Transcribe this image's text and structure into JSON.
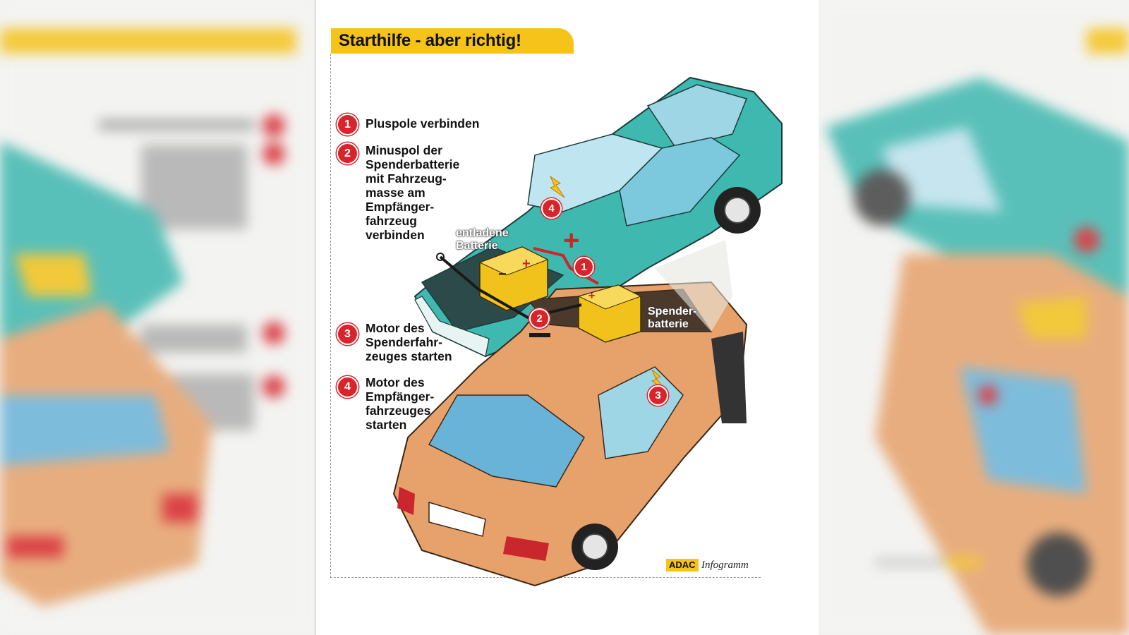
{
  "title": "Starthilfe - aber richtig!",
  "steps": [
    {
      "num": "1",
      "text": "Pluspole verbinden"
    },
    {
      "num": "2",
      "text": "Minuspol der\nSpenderbatterie\nmit Fahrzeug-\nmasse am\nEmpfänger-\nfahrzeug\nverbinden"
    },
    {
      "num": "3",
      "text": "Motor des\nSpenderfahr-\nzeuges starten"
    },
    {
      "num": "4",
      "text": "Motor des\nEmpfänger-\nfahrzeuges\nstarten"
    }
  ],
  "labels": {
    "discharged_battery": "entladene\nBatterie",
    "donor_battery": "Spender-\nbatterie"
  },
  "logo": {
    "brand": "ADAC",
    "suffix": "Infogramm"
  },
  "colors": {
    "banner": "#f6c31b",
    "badge_red": "#d8242b",
    "receiver_car": "#3fb8b0",
    "donor_car": "#e7a26b",
    "battery": "#f2c21c"
  }
}
